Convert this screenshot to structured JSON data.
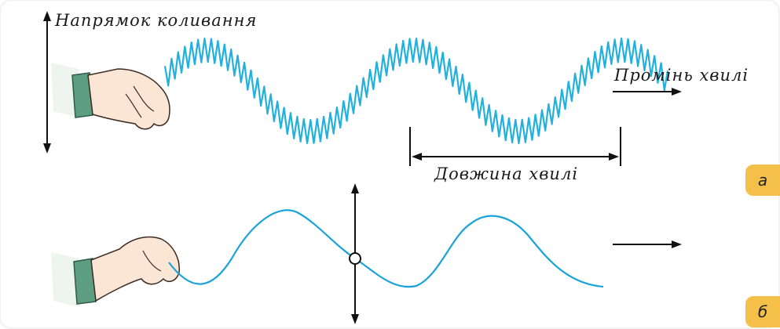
{
  "labels": {
    "oscillation_direction": "Напрямок коливання",
    "wave_ray": "Промінь хвилі",
    "wavelength": "Довжина хвилі"
  },
  "panels": {
    "a": "а",
    "b": "б"
  },
  "colors": {
    "spring": "#22b1dc",
    "wave": "#1aa3db",
    "tab": "#f5c04a",
    "skin": "#fbe6d6",
    "sleeve": "#5e9e80"
  }
}
